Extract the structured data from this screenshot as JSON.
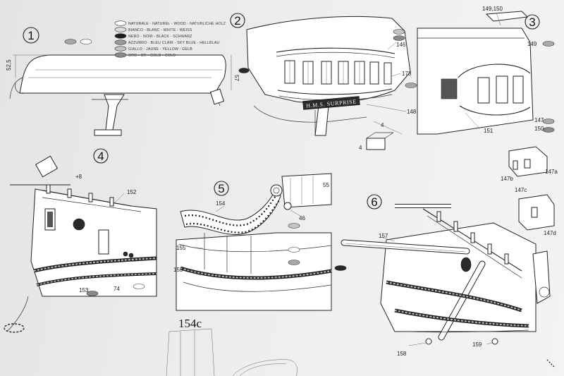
{
  "steps": [
    "1",
    "2",
    "3",
    "4",
    "5",
    "6"
  ],
  "legend": [
    {
      "text": "NATURALE - NATUREL - WOOD - NATURLICHE HOLZ",
      "swatch": "#ffffff"
    },
    {
      "text": "BIANCO - BLANC - WHITE - WEISS",
      "swatch": "#dedede"
    },
    {
      "text": "NERO - NOIR - BLACK - SCHWARZ",
      "swatch": "#1e1e1e"
    },
    {
      "text": "AZZURRO - BLEU CLAIR - SKY BLUE - HELLBLAU",
      "swatch": "#9a9a9a"
    },
    {
      "text": "GIALLO - JAUNE - YELLOW - GELB",
      "swatch": "#c4c4c4"
    },
    {
      "text": "ORO - OR - GOLD - GOLD",
      "swatch": "#8a8a8a"
    }
  ],
  "dimensions": {
    "d1": "52,5",
    "d2": "57",
    "step4_offset": "+8",
    "dim_4a": "4",
    "dim_4b": "4"
  },
  "nameplate": "H.M.S. SURPRISE",
  "parts": {
    "p146": "146",
    "p173": "173",
    "p148": "148",
    "p149_150": "149,150",
    "p149": "149",
    "p147": "147",
    "p150": "150",
    "p151": "151",
    "p147a": "147a",
    "p147b": "147b",
    "p147c": "147c",
    "p147d": "147d",
    "p152": "152",
    "p153_step4": "153",
    "p74": "74",
    "p154": "154",
    "p55": "55",
    "p46": "46",
    "p155": "155",
    "p153_step5": "153",
    "p157": "157",
    "p158": "158",
    "p159": "159",
    "p154c": "154c"
  }
}
